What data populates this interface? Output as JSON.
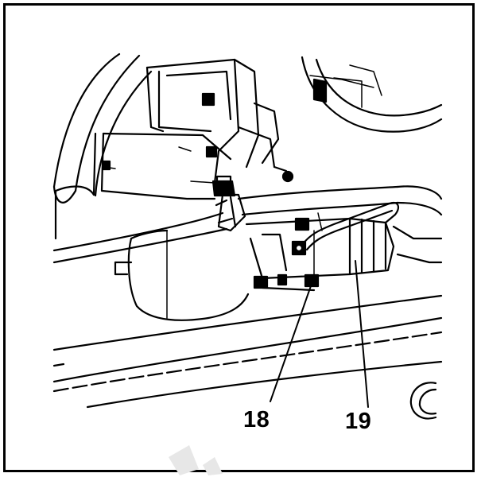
{
  "callouts": [
    {
      "id": "18",
      "label": "18"
    },
    {
      "id": "19",
      "label": "19"
    }
  ],
  "colors": {
    "ink": "#000000",
    "paper": "#ffffff",
    "watermark": "#e7e7e7"
  }
}
